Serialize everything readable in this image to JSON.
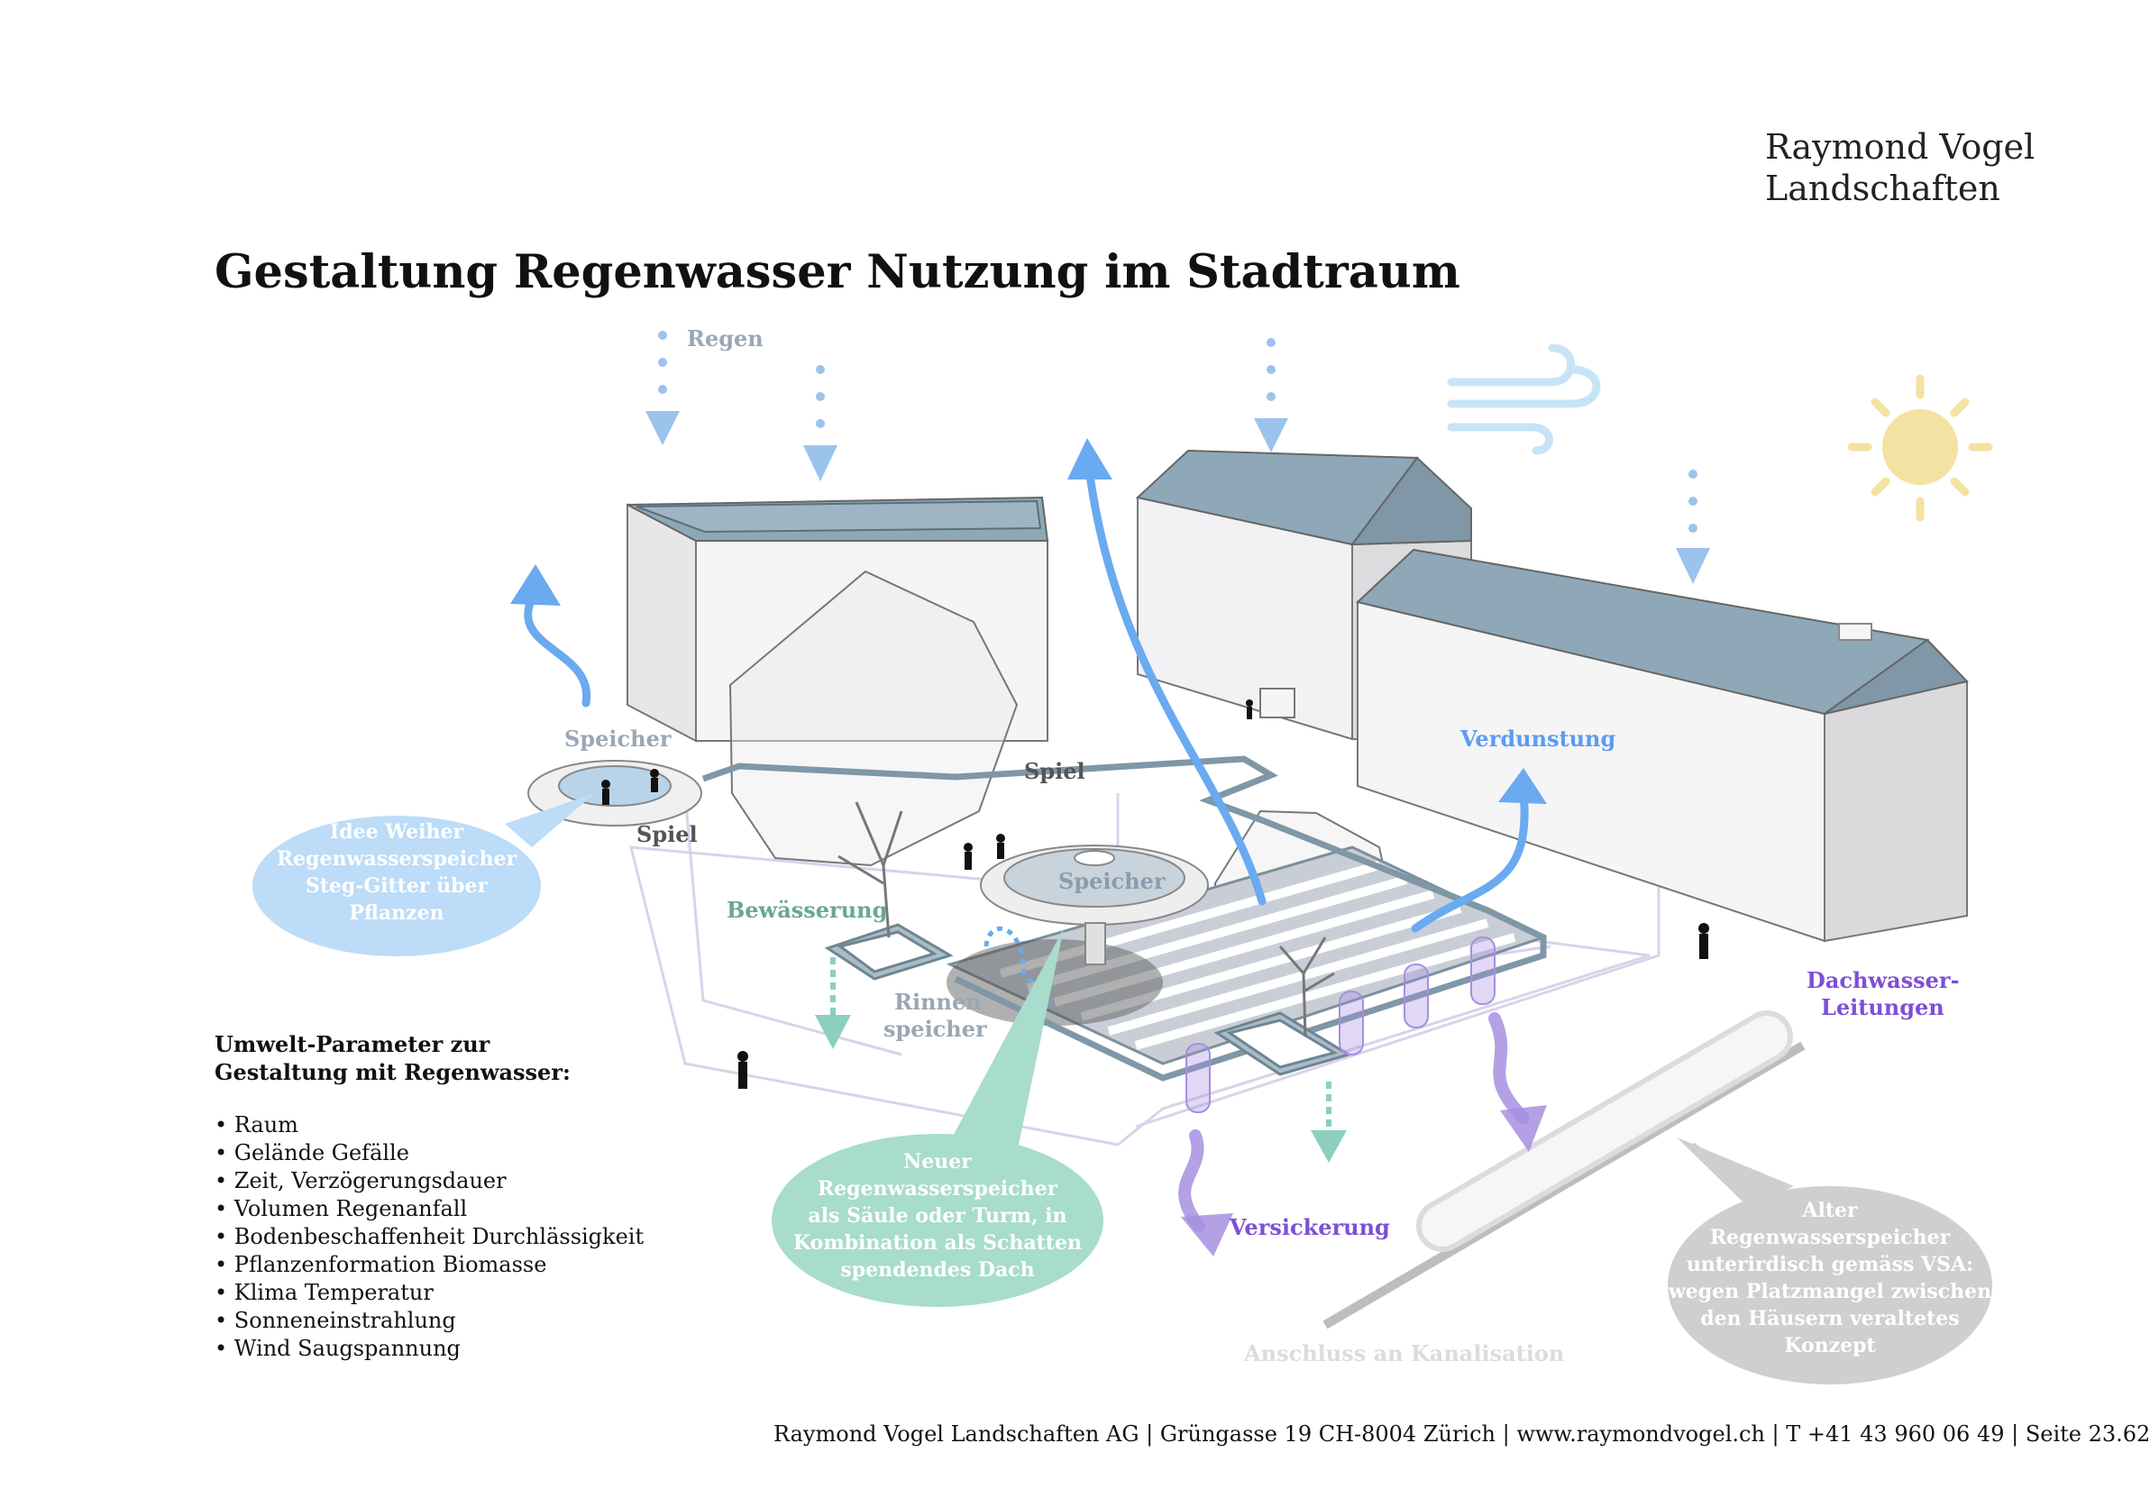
{
  "brand": {
    "line1": "Raymond Vogel",
    "line2": "Landschaften"
  },
  "title": "Gestaltung Regenwasser Nutzung im Stadtraum",
  "labels": {
    "regen": "Regen",
    "speicher_left": "Speicher",
    "spiel_upper": "Spiel",
    "spiel_lower": "Spiel",
    "bewaesserung": "Bewässerung",
    "speicher_center": "Speicher",
    "rinnen1": "Rinnen",
    "rinnen2": "speicher",
    "verdunstung": "Verdunstung",
    "dachwasser1": "Dachwasser-",
    "dachwasser2": "Leitungen",
    "versickerung": "Versickerung",
    "kanalisation": "Anschluss an Kanalisation"
  },
  "bubbles": {
    "weiher": [
      "Idee Weiher",
      "Regenwasserspeicher",
      "Steg-Gitter über",
      "Pflanzen"
    ],
    "neuer": [
      "Neuer",
      "Regenwasserspeicher",
      "als Säule oder Turm, in",
      "Kombination als Schatten",
      "spendendes Dach"
    ],
    "alter": [
      "Alter",
      "Regenwasserspeicher",
      "unterirdisch gemäss VSA:",
      "wegen Platzmangel zwischen",
      "den Häusern veraltetes",
      "Konzept"
    ]
  },
  "parameters": {
    "title_line1": "Umwelt-Parameter zur",
    "title_line2": "Gestaltung mit Regenwasser:",
    "items": [
      "Raum",
      "Gelände Gefälle",
      "Zeit, Verzögerungsdauer",
      "Volumen Regenanfall",
      "Bodenbeschaffenheit Durchlässigkeit",
      "Pflanzenformation Biomasse",
      "Klima Temperatur",
      "Sonneneinstrahlung",
      "Wind Saugspannung"
    ]
  },
  "footer": "Raymond Vogel Landschaften AG | Grüngasse 19 CH-8004 Zürich | www.raymondvogel.ch | T +41 43 960 06 49 | Seite 23.62",
  "colors": {
    "rain": "#9cc3ec",
    "evaporation": "#6aaaf0",
    "irrigation": "#8ccfbf",
    "infiltration": "#a78fe0",
    "label_grey": "#9aa7b5",
    "label_teal": "#6aa69a",
    "label_blue": "#5c9cf0",
    "label_purple": "#7e4fd6",
    "roof": "#8fa8b8",
    "sun": "#f3e2a2",
    "bubble_blue": "#bcdcf8",
    "bubble_teal": "#a8dccd",
    "bubble_grey": "#cfcfcf"
  },
  "icons": [
    "sun-icon",
    "wind-icon",
    "rain-drop-icon"
  ]
}
